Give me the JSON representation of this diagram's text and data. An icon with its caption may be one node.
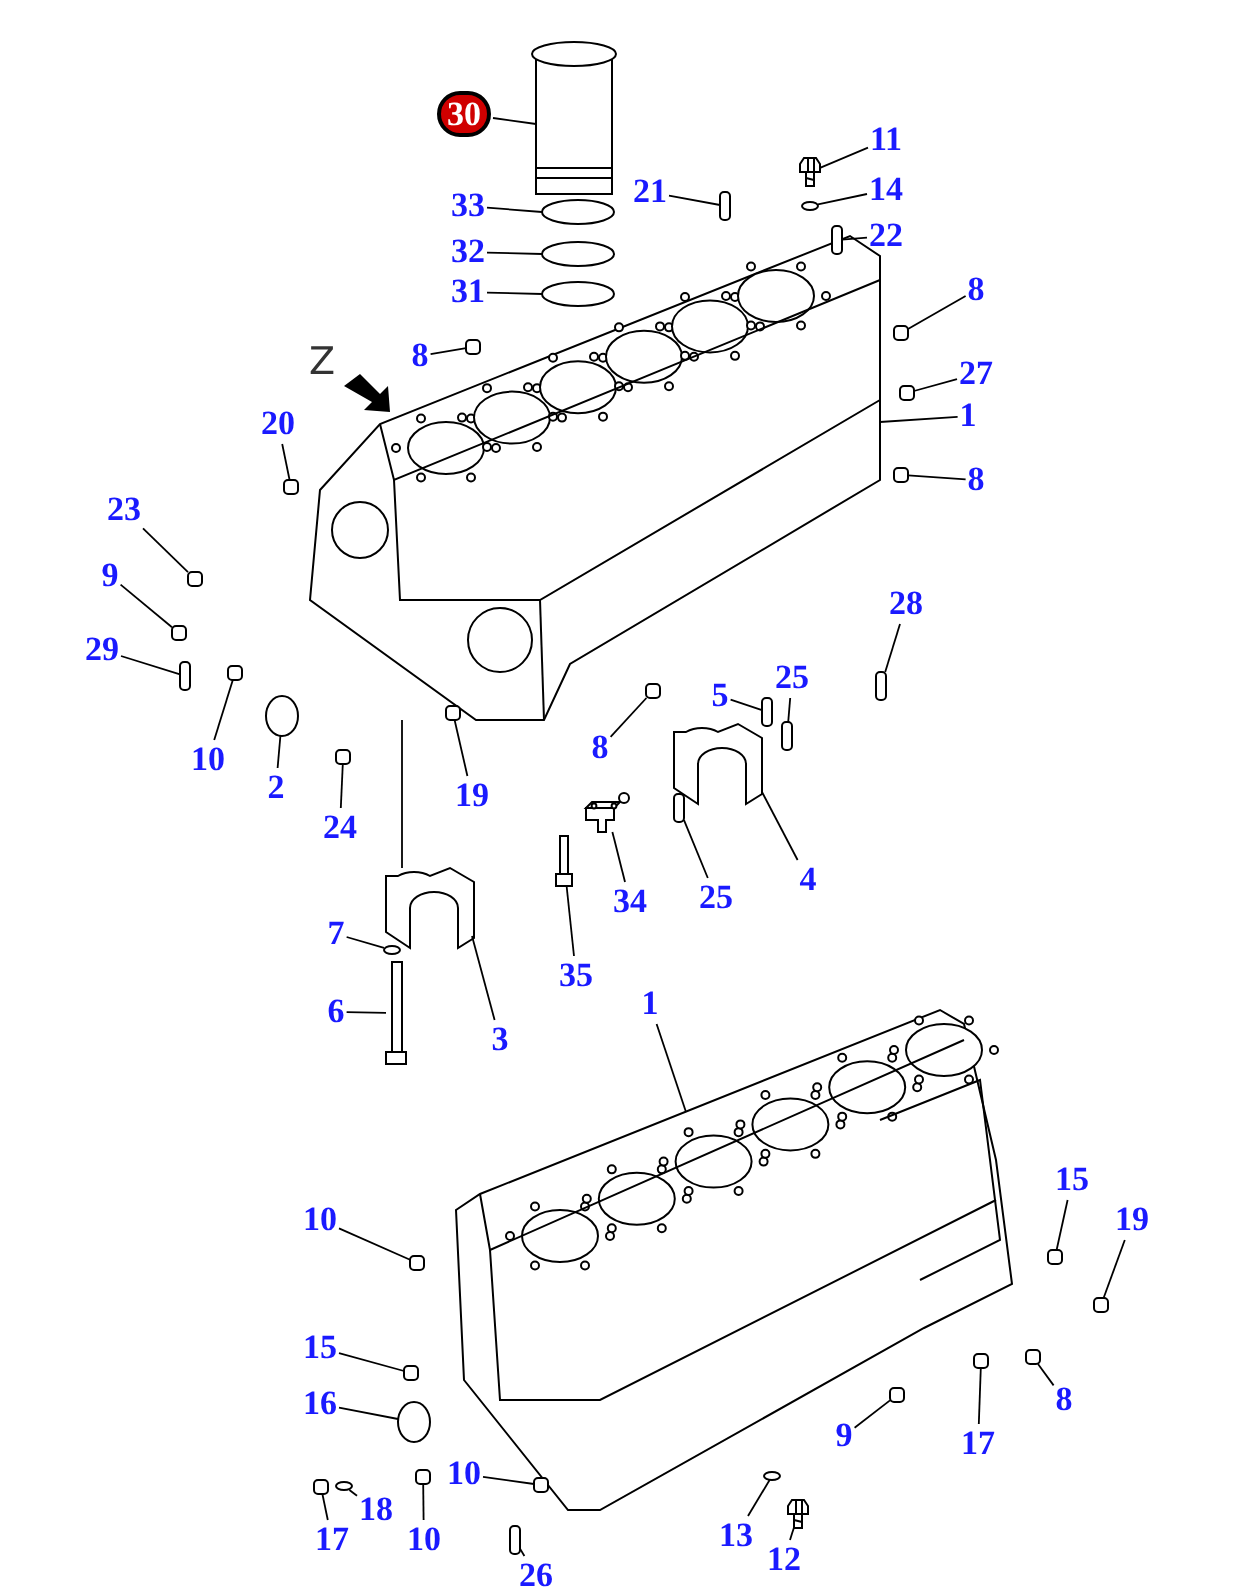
{
  "diagram": {
    "nodes": [
      {
        "text": [
          "30"
        ]
      },
      {
        "text": [
          "11"
        ]
      },
      {
        "text": [
          "21"
        ]
      },
      {
        "text": [
          "14"
        ]
      },
      {
        "text": [
          "33"
        ]
      },
      {
        "text": [
          "22"
        ]
      },
      {
        "text": [
          "32"
        ]
      },
      {
        "text": [
          "31"
        ]
      },
      {
        "text": [
          "8"
        ]
      },
      {
        "text": [
          "8"
        ]
      },
      {
        "text": [
          "27"
        ]
      },
      {
        "text": [
          "1"
        ]
      },
      {
        "text": [
          "20"
        ]
      },
      {
        "text": [
          "8"
        ]
      },
      {
        "text": [
          "23"
        ]
      },
      {
        "text": [
          "9"
        ]
      },
      {
        "text": [
          "28"
        ]
      },
      {
        "text": [
          "29"
        ]
      },
      {
        "text": [
          "5"
        ]
      },
      {
        "text": [
          "25"
        ]
      },
      {
        "text": [
          "8"
        ]
      },
      {
        "text": [
          "10"
        ]
      },
      {
        "text": [
          "2"
        ]
      },
      {
        "text": [
          "19"
        ]
      },
      {
        "text": [
          "24"
        ]
      },
      {
        "text": [
          "4"
        ]
      },
      {
        "text": [
          "34"
        ]
      },
      {
        "text": [
          "25"
        ]
      },
      {
        "text": [
          "7"
        ]
      },
      {
        "text": [
          "35"
        ]
      },
      {
        "text": [
          "1"
        ]
      },
      {
        "text": [
          "6"
        ]
      },
      {
        "text": [
          "3"
        ]
      },
      {
        "text": [
          "15"
        ]
      },
      {
        "text": [
          "10"
        ]
      },
      {
        "text": [
          "19"
        ]
      },
      {
        "text": [
          "15"
        ]
      },
      {
        "text": [
          "8"
        ]
      },
      {
        "text": [
          "16"
        ]
      },
      {
        "text": [
          "9"
        ]
      },
      {
        "text": [
          "17"
        ]
      },
      {
        "text": [
          "10"
        ]
      },
      {
        "text": [
          "18"
        ]
      },
      {
        "text": [
          "17"
        ]
      },
      {
        "text": [
          "13"
        ]
      },
      {
        "text": [
          "10"
        ]
      },
      {
        "text": [
          "12"
        ]
      },
      {
        "text": [
          "26"
        ]
      },
      {
        "text": [],
        "shape": "picture"
      },
      {
        "text": [],
        "shape": "circle"
      },
      {
        "text": [],
        "shape": "circle"
      },
      {
        "text": [],
        "shape": "circle"
      },
      {
        "text": [],
        "shape": "picture"
      },
      {
        "text": [],
        "shape": "picture"
      },
      {
        "text": [],
        "shape": "picture"
      },
      {
        "text": [],
        "shape": "picture"
      },
      {
        "text": [],
        "shape": "picture"
      },
      {
        "text": [],
        "shape": "bar"
      },
      {
        "text": [],
        "shape": "circle"
      },
      {
        "text": [],
        "shape": "bar"
      },
      {
        "text": [],
        "shape": "box"
      },
      {
        "text": [],
        "shape": "box"
      },
      {
        "text": [],
        "shape": "box"
      },
      {
        "text": [],
        "shape": "box"
      },
      {
        "text": [],
        "shape": "box"
      },
      {
        "text": [],
        "shape": "box"
      },
      {
        "text": [],
        "shape": "box"
      },
      {
        "text": [],
        "shape": "bar"
      },
      {
        "text": [],
        "shape": "bar"
      },
      {
        "text": [],
        "shape": "bar"
      },
      {
        "text": [],
        "shape": "bar"
      },
      {
        "text": [],
        "shape": "box"
      },
      {
        "text": [],
        "shape": "box"
      },
      {
        "text": [],
        "shape": "circle"
      },
      {
        "text": [],
        "shape": "box"
      },
      {
        "text": [],
        "shape": "box"
      },
      {
        "text": [],
        "shape": "picture"
      },
      {
        "text": [],
        "shape": "bar"
      },
      {
        "text": [],
        "shape": "circle"
      },
      {
        "text": [],
        "shape": "picture"
      },
      {
        "text": [],
        "shape": "picture"
      },
      {
        "text": [],
        "shape": "box"
      },
      {
        "text": [],
        "shape": "box"
      },
      {
        "text": [],
        "shape": "box"
      },
      {
        "text": [],
        "shape": "box"
      },
      {
        "text": [],
        "shape": "box"
      },
      {
        "text": [],
        "shape": "circle"
      },
      {
        "text": [],
        "shape": "box"
      },
      {
        "text": [],
        "shape": "box"
      },
      {
        "text": [],
        "shape": "box"
      },
      {
        "text": [],
        "shape": "circle"
      },
      {
        "text": [],
        "shape": "box"
      },
      {
        "text": [],
        "shape": "circle"
      },
      {
        "text": [],
        "shape": "box"
      },
      {
        "text": [],
        "shape": "picture"
      },
      {
        "text": [],
        "shape": "bar"
      }
    ],
    "edges": [
      {
        "from": 0,
        "to": 48,
        "arrow": "none"
      },
      {
        "from": 1,
        "to": 56,
        "arrow": "none"
      },
      {
        "from": 2,
        "to": 57,
        "arrow": "none"
      },
      {
        "from": 3,
        "to": 58,
        "arrow": "none"
      },
      {
        "from": 4,
        "to": 49,
        "arrow": "none"
      },
      {
        "from": 5,
        "to": 59,
        "arrow": "none"
      },
      {
        "from": 6,
        "to": 50,
        "arrow": "none"
      },
      {
        "from": 7,
        "to": 51,
        "arrow": "none"
      },
      {
        "from": 8,
        "to": 60,
        "arrow": "none"
      },
      {
        "from": 9,
        "to": 61,
        "arrow": "none"
      },
      {
        "from": 10,
        "to": 62,
        "arrow": "none"
      },
      {
        "from": 11,
        "to": 52,
        "arrow": "none"
      },
      {
        "from": 12,
        "to": 63,
        "arrow": "none"
      },
      {
        "from": 13,
        "to": 64,
        "arrow": "none"
      },
      {
        "from": 14,
        "to": 65,
        "arrow": "none"
      },
      {
        "from": 15,
        "to": 66,
        "arrow": "none"
      },
      {
        "from": 16,
        "to": 67,
        "arrow": "none"
      },
      {
        "from": 17,
        "to": 68,
        "arrow": "none"
      },
      {
        "from": 18,
        "to": 69,
        "arrow": "none"
      },
      {
        "from": 19,
        "to": 70,
        "arrow": "none"
      },
      {
        "from": 20,
        "to": 71,
        "arrow": "none"
      },
      {
        "from": 21,
        "to": 72,
        "arrow": "none"
      },
      {
        "from": 22,
        "to": 73,
        "arrow": "none"
      },
      {
        "from": 23,
        "to": 74,
        "arrow": "none"
      },
      {
        "from": 24,
        "to": 75,
        "arrow": "none"
      },
      {
        "from": 25,
        "to": 54,
        "arrow": "none"
      },
      {
        "from": 26,
        "to": 76,
        "arrow": "none"
      },
      {
        "from": 27,
        "to": 77,
        "arrow": "none"
      },
      {
        "from": 28,
        "to": 78,
        "arrow": "none"
      },
      {
        "from": 29,
        "to": 79,
        "arrow": "none"
      },
      {
        "from": 30,
        "to": 55,
        "arrow": "none"
      },
      {
        "from": 31,
        "to": 80,
        "arrow": "none"
      },
      {
        "from": 32,
        "to": 53,
        "arrow": "none"
      },
      {
        "from": 33,
        "to": 81,
        "arrow": "none"
      },
      {
        "from": 34,
        "to": 82,
        "arrow": "none"
      },
      {
        "from": 35,
        "to": 83,
        "arrow": "none"
      },
      {
        "from": 36,
        "to": 84,
        "arrow": "none"
      },
      {
        "from": 37,
        "to": 85,
        "arrow": "none"
      },
      {
        "from": 38,
        "to": 86,
        "arrow": "none"
      },
      {
        "from": 39,
        "to": 87,
        "arrow": "none"
      },
      {
        "from": 40,
        "to": 88,
        "arrow": "none"
      },
      {
        "from": 41,
        "to": 89,
        "arrow": "none"
      },
      {
        "from": 42,
        "to": 90,
        "arrow": "none"
      },
      {
        "from": 43,
        "to": 91,
        "arrow": "none"
      },
      {
        "from": 44,
        "to": 92,
        "arrow": "none"
      },
      {
        "from": 45,
        "to": 93,
        "arrow": "none"
      },
      {
        "from": 46,
        "to": 94,
        "arrow": "none"
      },
      {
        "from": 47,
        "to": 95,
        "arrow": "none"
      },
      {
        "from": 53,
        "to": 52,
        "arrow": "none"
      }
    ],
    "labels": [
      "Z"
    ]
  }
}
